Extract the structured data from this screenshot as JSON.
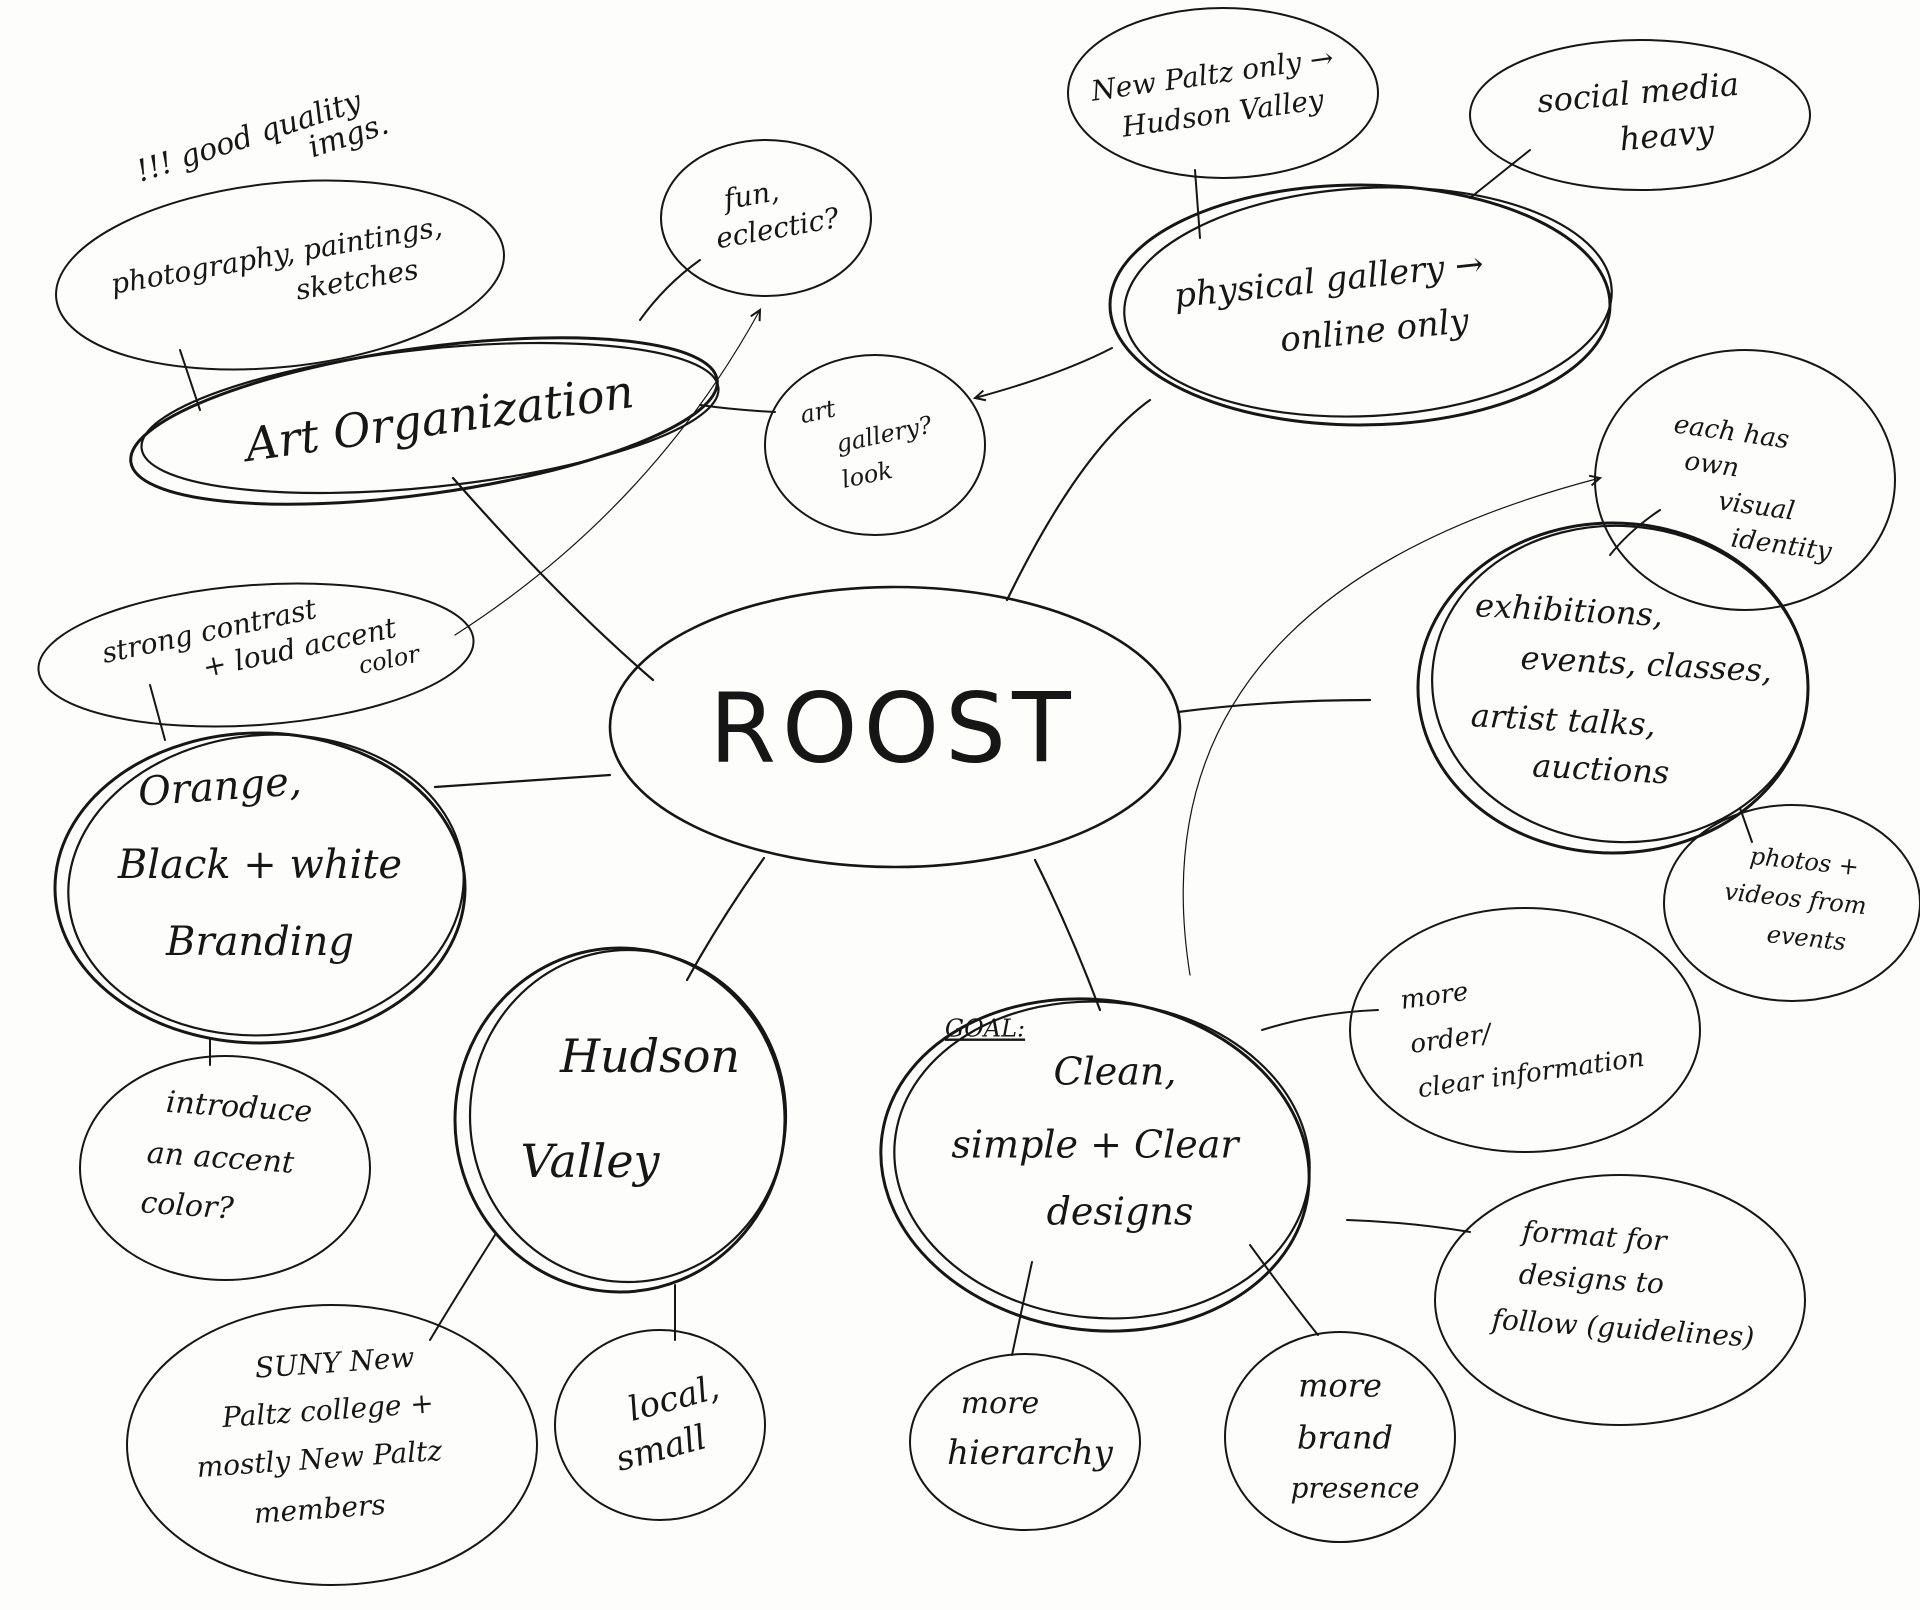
{
  "root": {
    "label": "ROOST"
  },
  "nodes": {
    "art_organization": {
      "label": "Art Organization"
    },
    "media_types": {
      "lines": [
        "photography, paintings,",
        "sketches"
      ]
    },
    "good_quality": {
      "lines": [
        "!!! good quality",
        "imgs."
      ]
    },
    "fun_eclectic": {
      "lines": [
        "fun,",
        "eclectic?"
      ]
    },
    "art_gallery_look": {
      "lines": [
        "art",
        "gallery?",
        "look"
      ]
    },
    "physical_gallery": {
      "lines": [
        "physical gallery →",
        "online only"
      ]
    },
    "new_paltz": {
      "lines": [
        "New Paltz only →",
        "Hudson Valley"
      ]
    },
    "social_media": {
      "lines": [
        "social media",
        "heavy"
      ]
    },
    "each_has_own": {
      "lines": [
        "each has",
        "own",
        "visual",
        "identity"
      ]
    },
    "exhibitions": {
      "lines": [
        "exhibitions,",
        "events, classes,",
        "artist talks,",
        "auctions"
      ]
    },
    "photos_videos": {
      "lines": [
        "photos +",
        "videos from",
        "events"
      ]
    },
    "strong_contrast": {
      "lines": [
        "strong contrast",
        "+ loud accent",
        "color"
      ]
    },
    "branding": {
      "lines": [
        "Orange,",
        "Black + white",
        "Branding"
      ]
    },
    "accent_color": {
      "lines": [
        "introduce",
        "an accent",
        "color?"
      ]
    },
    "hudson_valley": {
      "lines": [
        "Hudson",
        "Valley"
      ]
    },
    "suny": {
      "lines": [
        "SUNY New",
        "Paltz college +",
        "mostly New Paltz",
        "members"
      ]
    },
    "local_small": {
      "lines": [
        "local,",
        "small"
      ]
    },
    "goal": {
      "prefix": "GOAL:",
      "lines": [
        "Clean,",
        "simple + Clear",
        "designs"
      ]
    },
    "more_order": {
      "lines": [
        "more",
        "order/",
        "clear information"
      ]
    },
    "format_designs": {
      "lines": [
        "format for",
        "designs to",
        "follow (guidelines)"
      ]
    },
    "more_hierarchy": {
      "lines": [
        "more",
        "hierarchy"
      ]
    },
    "more_brand": {
      "lines": [
        "more",
        "brand",
        "presence"
      ]
    }
  }
}
